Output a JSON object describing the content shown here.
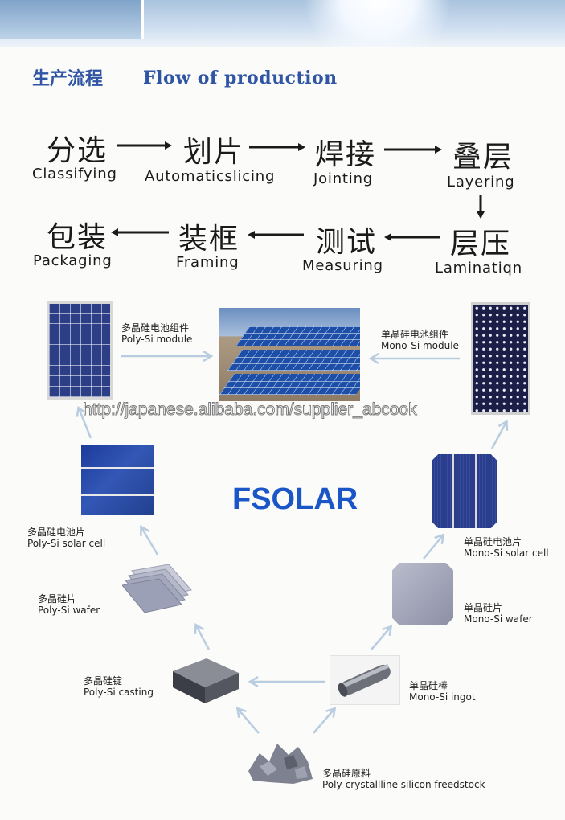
{
  "header": {
    "title_cn": "生产流程",
    "title_en": "Flow of production"
  },
  "process": {
    "steps": [
      {
        "cn": "分选",
        "en": "Classifying"
      },
      {
        "cn": "划片",
        "en": "Automaticslicing"
      },
      {
        "cn": "焊接",
        "en": "Jointing"
      },
      {
        "cn": "叠层",
        "en": "Layering"
      },
      {
        "cn": "层压",
        "en": "Laminatiqn"
      },
      {
        "cn": "测试",
        "en": "Measuring"
      },
      {
        "cn": "装框",
        "en": "Framing"
      },
      {
        "cn": "包装",
        "en": "Packaging"
      }
    ]
  },
  "products": {
    "poly_module": {
      "cn": "多晶硅电池组件",
      "en": "Poly-Si module"
    },
    "mono_module": {
      "cn": "单晶硅电池组件",
      "en": "Mono-Si module"
    },
    "poly_cell": {
      "cn": "多晶硅电池片",
      "en": "Poly-Si solar cell"
    },
    "mono_cell": {
      "cn": "单晶硅电池片",
      "en": "Mono-Si solar cell"
    },
    "poly_wafer": {
      "cn": "多晶硅片",
      "en": "Poly-Si wafer"
    },
    "mono_wafer": {
      "cn": "单晶硅片",
      "en": "Mono-Si wafer"
    },
    "poly_casting": {
      "cn": "多晶硅锭",
      "en": "Poly-Si casting"
    },
    "mono_ingot": {
      "cn": "单晶硅棒",
      "en": "Mono-Si ingot"
    },
    "raw_material": {
      "cn": "多晶硅原料",
      "en": "Poly-crystallline silicon freedstock"
    }
  },
  "brand": "FSOLAR",
  "watermark": "http://japanese.alibaba.com/supplier_abcook",
  "colors": {
    "heading": "#2f55a4",
    "brand": "#1b56c8",
    "arrow": "#b9cde0",
    "panel": "#2b3e86"
  }
}
